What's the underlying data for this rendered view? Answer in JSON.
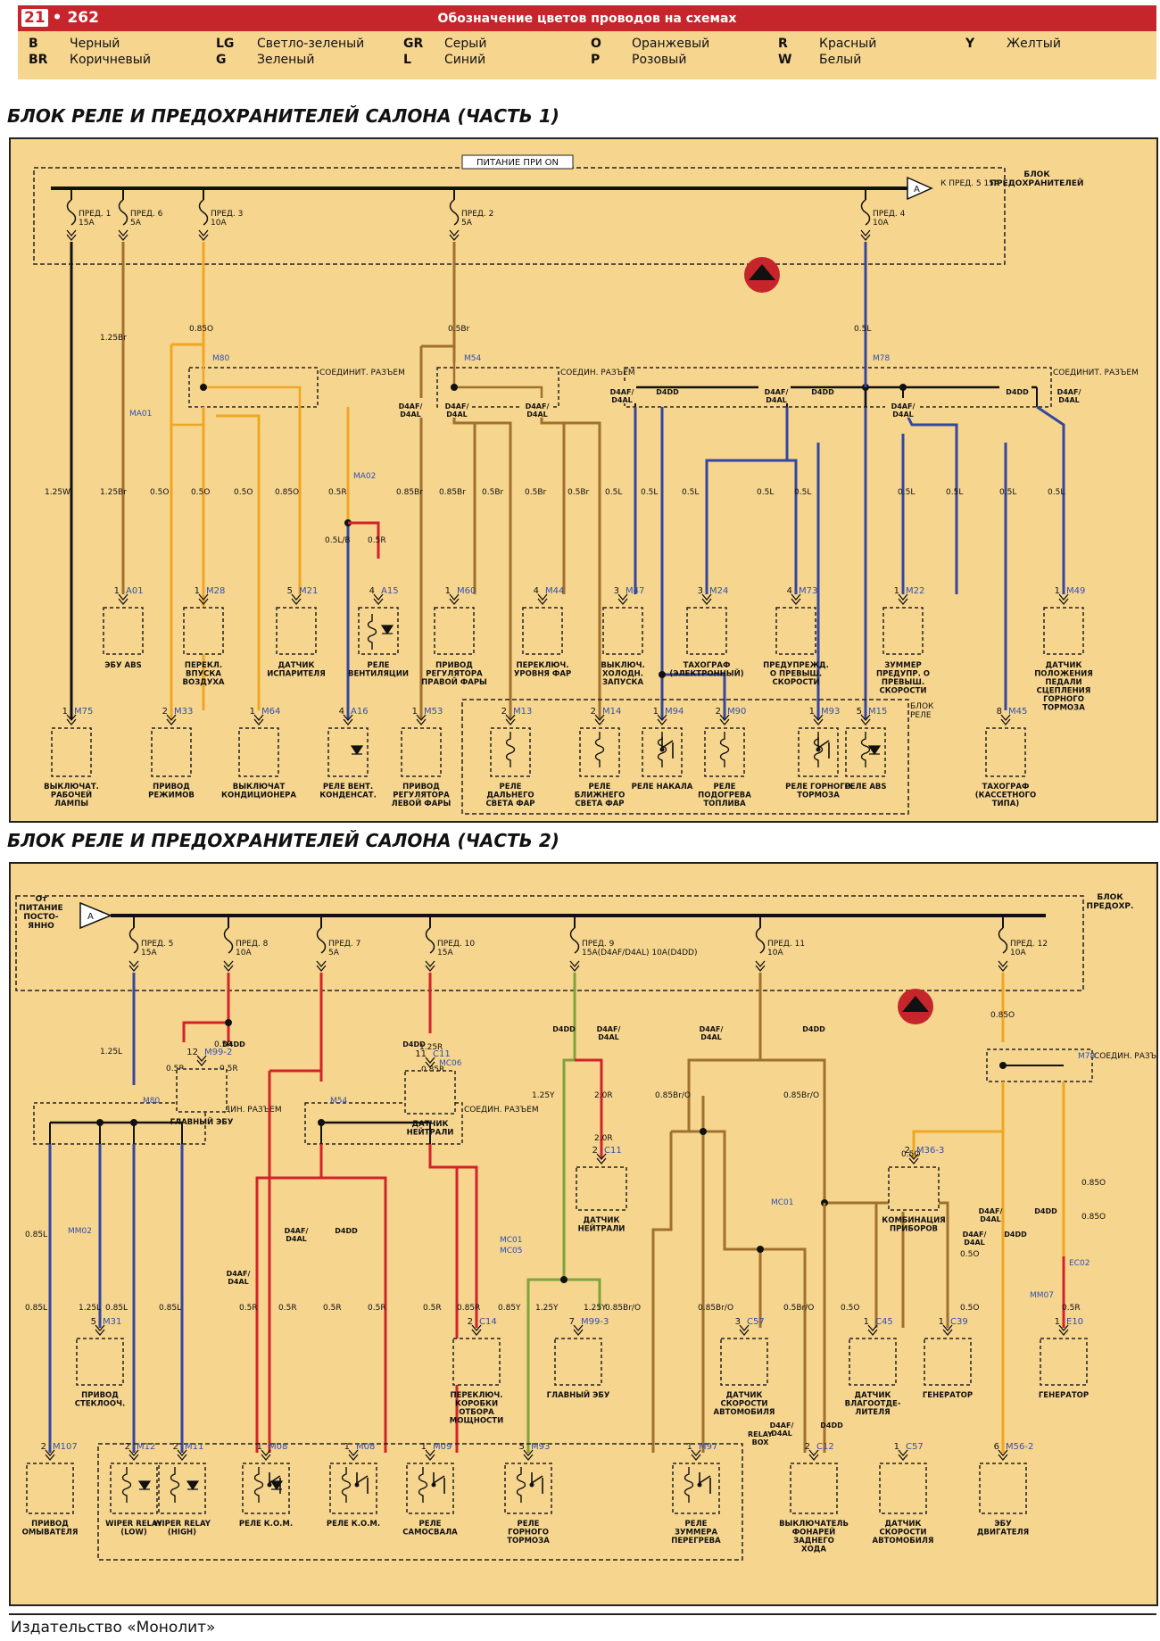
{
  "header": {
    "section_number": "21",
    "page_number": "• 262",
    "title": "Обозначение цветов проводов на схемах"
  },
  "legend": [
    {
      "code": "B",
      "name": "Черный"
    },
    {
      "code": "BR",
      "name": "Коричневый"
    },
    {
      "code": "LG",
      "name": "Светло-зеленый"
    },
    {
      "code": "G",
      "name": "Зеленый"
    },
    {
      "code": "GR",
      "name": "Серый"
    },
    {
      "code": "L",
      "name": "Синий"
    },
    {
      "code": "O",
      "name": "Оранжевый"
    },
    {
      "code": "P",
      "name": "Розовый"
    },
    {
      "code": "R",
      "name": "Красный"
    },
    {
      "code": "W",
      "name": "Белый"
    },
    {
      "code": "Y",
      "name": "Желтый"
    }
  ],
  "colors": {
    "panel_fill": "#f6d58f",
    "header_red": "#c5252b",
    "wire_black": "#111111",
    "wire_brown": "#a0702e",
    "wire_orange": "#f0a623",
    "wire_blue": "#3446a0",
    "wire_red": "#d1232a",
    "wire_green": "#7ea33a",
    "accent_text": "#3050b0"
  },
  "part1": {
    "title": "БЛОК РЕЛЕ И ПРЕДОХРАНИТЕЛЕЙ САЛОНА (ЧАСТЬ 1)",
    "bus_label": "ПИТАНИЕ ПРИ ON",
    "block_label": "БЛОК ПРЕДОХРАНИТЕЛЕЙ",
    "to_fuse": "К ПРЕД. 5 15A",
    "connector_label": "СОЕДИНИТ. РАЗЪЕМ",
    "connector_label_short": "СОЕДИН. РАЗЪЕМ",
    "relay_block": "БЛОК РЕЛЕ",
    "variants": {
      "d4af": "D4AF/ D4AL",
      "d4dd": "D4DD"
    },
    "fuses": [
      {
        "label": "ПРЕД. 1",
        "rating": "15A"
      },
      {
        "label": "ПРЕД. 6",
        "rating": "5A"
      },
      {
        "label": "ПРЕД. 3",
        "rating": "10A"
      },
      {
        "label": "ПРЕД. 2",
        "rating": "5A"
      },
      {
        "label": "ПРЕД. 4",
        "rating": "10A"
      }
    ],
    "upper_components": [
      {
        "pin": "1",
        "code": "A01",
        "name": "ЭБУ ABS"
      },
      {
        "pin": "1",
        "code": "M28",
        "name": "ПЕРЕКЛ. ВПУСКА ВОЗДУХА"
      },
      {
        "pin": "5",
        "code": "M21",
        "name": "ДАТЧИК ИСПАРИТЕЛЯ"
      },
      {
        "pin": "4",
        "code": "A15",
        "name": "РЕЛЕ ВЕНТИЛЯЦИИ"
      },
      {
        "pin": "1",
        "code": "M60",
        "name": "ПРИВОД РЕГУЛЯТОРА ПРАВОЙ ФАРЫ"
      },
      {
        "pin": "4",
        "code": "M44",
        "name": "ПЕРЕКЛЮЧ. УРОВНЯ ФАР"
      },
      {
        "pin": "3",
        "code": "M47",
        "name": "ВЫКЛЮЧ. ХОЛОДН. ЗАПУСКА"
      },
      {
        "pin": "3",
        "code": "M24",
        "name": "ТАХОГРАФ (ЭЛЕКТРОННЫЙ)"
      },
      {
        "pin": "4",
        "code": "M73",
        "name": "ПРЕДУПРЕЖД. О ПРЕВЫШ. СКОРОСТИ"
      },
      {
        "pin": "1",
        "code": "M22",
        "name": "ЗУММЕР ПРЕДУПР. О ПРЕВЫШ. СКОРОСТИ"
      },
      {
        "pin": "1",
        "code": "M49",
        "name": "ДАТЧИК ПОЛОЖЕНИЯ ПЕДАЛИ СЦЕПЛЕНИЯ ГОРНОГО ТОРМОЗА"
      }
    ],
    "lower_components": [
      {
        "pin": "1",
        "code": "M75",
        "name": "ВЫКЛЮЧАТ. РАБОЧЕЙ ЛАМПЫ"
      },
      {
        "pin": "2",
        "code": "M33",
        "name": "ПРИВОД РЕЖИМОВ"
      },
      {
        "pin": "1",
        "code": "M64",
        "name": "ВЫКЛЮЧАТ КОНДИЦИОНЕРА"
      },
      {
        "pin": "4",
        "code": "A16",
        "name": "РЕЛЕ ВЕНТ. КОНДЕНСАТ."
      },
      {
        "pin": "1",
        "code": "M53",
        "name": "ПРИВОД РЕГУЛЯТОРА ЛЕВОЙ ФАРЫ"
      },
      {
        "pin": "2",
        "code": "M13",
        "name": "РЕЛЕ ДАЛЬНЕГО СВЕТА ФАР"
      },
      {
        "pin": "2",
        "code": "M14",
        "name": "РЕЛЕ БЛИЖНЕГО СВЕТА ФАР"
      },
      {
        "pin": "1",
        "code": "M94",
        "name": "РЕЛЕ НАКАЛА"
      },
      {
        "pin": "2",
        "code": "M90",
        "name": "РЕЛЕ ПОДОГРЕВА ТОПЛИВА"
      },
      {
        "pin": "1",
        "code": "M93",
        "name": "РЕЛЕ ГОРНОГО ТОРМОЗА"
      },
      {
        "pin": "5",
        "code": "M15",
        "name": "РЕЛЕ ABS"
      },
      {
        "pin": "8",
        "code": "M45",
        "name": "ТАХОГРАФ (КАССЕТНОГО ТИПА)"
      }
    ],
    "wire_labels": [
      "1.25Br",
      "0.85O",
      "0.5Br",
      "0.5L",
      "1.25W",
      "1.25Br",
      "0.5O",
      "0.5O",
      "0.5O",
      "0.85O",
      "0.5R",
      "0.85Br",
      "0.85Br",
      "0.5Br",
      "0.5Br",
      "0.5Br",
      "0.5L",
      "0.5L",
      "0.5L",
      "0.5L",
      "0.5L",
      "0.5L",
      "0.5L",
      "0.5L",
      "0.5L",
      "0.5L/B",
      "0.5R"
    ],
    "connector_codes": [
      "M80",
      "MA01",
      "MA02",
      "M54",
      "M78"
    ]
  },
  "part2": {
    "title": "БЛОК РЕЛЕ И ПРЕДОХРАНИТЕЛЕЙ САЛОНА (ЧАСТЬ 2)",
    "source_label": "От ПИТАНИЕ ПОСТО- ЯННО",
    "block_label": "БЛОК ПРЕДОХР.",
    "connector_label": "СОЕДИН. РАЗЪЕМ",
    "relay_box": "RELAY BOX",
    "fuses": [
      {
        "label": "ПРЕД. 5",
        "rating": "15A"
      },
      {
        "label": "ПРЕД. 8",
        "rating": "10A"
      },
      {
        "label": "ПРЕД. 7",
        "rating": "5A"
      },
      {
        "label": "ПРЕД. 10",
        "rating": "15A"
      },
      {
        "label": "ПРЕД. 9",
        "rating": "15A(D4AF/D4AL) 10A(D4DD)"
      },
      {
        "label": "ПРЕД. 11",
        "rating": "10A"
      },
      {
        "label": "ПРЕД. 12",
        "rating": "10A"
      }
    ],
    "upper_components": [
      {
        "pin": "12",
        "code": "M99-2",
        "name": "ГЛАВНЫЙ ЭБУ"
      },
      {
        "pin": "11",
        "code": "C11",
        "name": "ДАТЧИК НЕЙТРАЛИ"
      },
      {
        "pin": "2",
        "code": "C11",
        "name": "ДАТЧИК НЕЙТРАЛИ"
      },
      {
        "pin": "2",
        "code": "M36-3",
        "name": "КОМБИНАЦИЯ ПРИБОРОВ"
      }
    ],
    "middle_components": [
      {
        "pin": "5",
        "code": "M31",
        "name": "ПРИВОД СТЕКЛООЧ."
      },
      {
        "pin": "2",
        "code": "C14",
        "name": "ПЕРЕКЛЮЧ. КОРОБКИ ОТБОРА МОЩНОСТИ"
      },
      {
        "pin": "7",
        "code": "M99-3",
        "name": "ГЛАВНЫЙ ЭБУ"
      },
      {
        "pin": "3",
        "code": "C57",
        "name": "ДАТЧИК СКОРОСТИ АВТОМОБИЛЯ"
      },
      {
        "pin": "1",
        "code": "C45",
        "name": "ДАТЧИК ВЛАГООТДЕ- ЛИТЕЛЯ"
      },
      {
        "pin": "1",
        "code": "C39",
        "name": "ГЕНЕРАТОР"
      },
      {
        "pin": "1",
        "code": "E10",
        "name": "ГЕНЕРАТОР"
      }
    ],
    "lower_components": [
      {
        "pin": "2",
        "code": "M107",
        "name": "ПРИВОД ОМЫВАТЕЛЯ"
      },
      {
        "pin": "2",
        "code": "M12",
        "name": "WIPER RELAY (LOW)"
      },
      {
        "pin": "2",
        "code": "M11",
        "name": "WIPER RELAY (HIGH)"
      },
      {
        "pin": "1",
        "code": "M08",
        "name": "РЕЛЕ К.О.М."
      },
      {
        "pin": "1",
        "code": "M08",
        "name": "РЕЛЕ К.О.М."
      },
      {
        "pin": "1",
        "code": "M09",
        "name": "РЕЛЕ САМОСВАЛА"
      },
      {
        "pin": "5",
        "code": "M93",
        "name": "РЕЛЕ ГОРНОГО ТОРМОЗА"
      },
      {
        "pin": "1",
        "code": "M97",
        "name": "РЕЛЕ ЗУММЕРА ПЕРЕГРЕВА"
      },
      {
        "pin": "2",
        "code": "C12",
        "name": "ВЫКЛЮЧАТЕЛЬ ФОНАРЕЙ ЗАДНЕГО ХОДА"
      },
      {
        "pin": "1",
        "code": "C57",
        "name": "ДАТЧИК СКОРОСТИ АВТОМОБИЛЯ"
      },
      {
        "pin": "6",
        "code": "M56-2",
        "name": "ЭБУ ДВИГАТЕЛЯ"
      }
    ],
    "wire_labels": [
      "1.25L",
      "0.5R",
      "0.5R",
      "0.5R",
      "1.25R",
      "0.85R",
      "1.25Y",
      "2.0R",
      "2.0R",
      "0.85Br/O",
      "0.85Br/O",
      "0.85O",
      "0.5O",
      "0.85O",
      "0.85O",
      "0.85L",
      "0.85L",
      "1.25L",
      "0.85L",
      "0.85L",
      "0.5R",
      "0.5R",
      "0.5R",
      "0.5R",
      "0.5R",
      "0.85R",
      "0.85Y",
      "1.25Y",
      "1.25Y",
      "0.85Br/O",
      "0.85Br/O",
      "0.5Br/O",
      "0.5O",
      "0.5O",
      "0.5O",
      "0.5R"
    ],
    "connector_codes": [
      "M80",
      "MM02",
      "M54",
      "MC06",
      "MC01",
      "MC05",
      "MC01",
      "M78",
      "MM07",
      "EC02"
    ]
  },
  "footer": {
    "publisher": "Издательство «Монолит»"
  }
}
